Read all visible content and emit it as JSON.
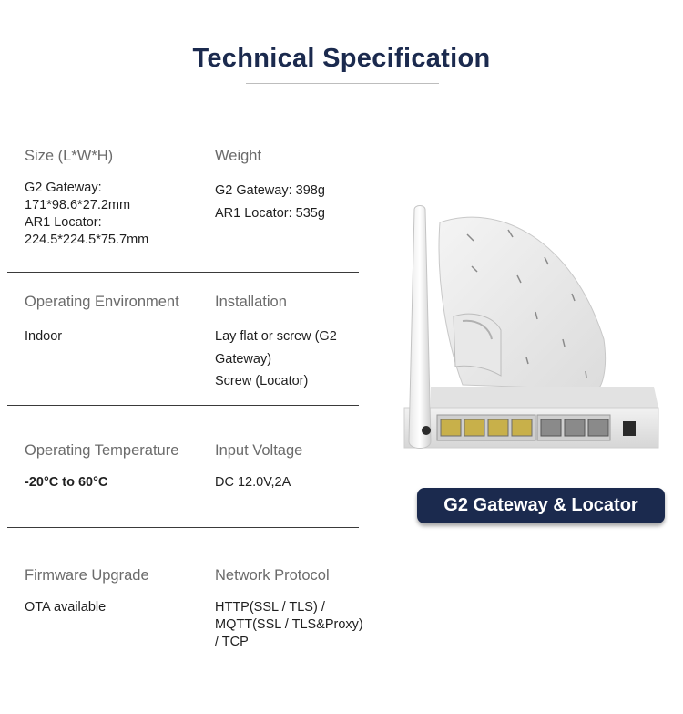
{
  "title": "Technical Specification",
  "specs": [
    {
      "label": "Size (L*W*H)",
      "lines": [
        "G2 Gateway:",
        "171*98.6*27.2mm",
        "AR1 Locator:",
        "224.5*224.5*75.7mm"
      ]
    },
    {
      "label": "Weight",
      "lines": [
        "G2 Gateway: 398g",
        "AR1 Locator: 535g"
      ]
    },
    {
      "label": "Operating Environment",
      "lines": [
        "Indoor"
      ]
    },
    {
      "label": "Installation",
      "lines": [
        "Lay flat or screw (G2",
        "Gateway)",
        "Screw (Locator)"
      ]
    },
    {
      "label": "Operating Temperature",
      "lines": [
        "-20°C to 60°C"
      ]
    },
    {
      "label": "Input Voltage",
      "lines": [
        "DC 12.0V,2A"
      ]
    },
    {
      "label": "Firmware Upgrade",
      "lines": [
        "OTA available"
      ]
    },
    {
      "label": "Network Protocol",
      "lines": [
        "HTTP(SSL / TLS) /",
        "MQTT(SSL / TLS&Proxy)",
        "/ TCP"
      ]
    }
  ],
  "product_badge": "G2 Gateway & Locator",
  "colors": {
    "title": "#1b2a4e",
    "badge_bg": "#1b2a4e",
    "label": "#6b6b6b"
  }
}
